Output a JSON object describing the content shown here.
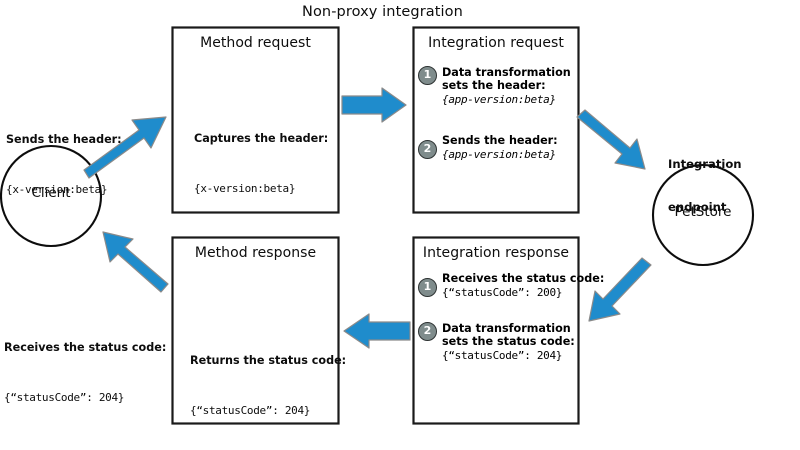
{
  "title": "Non-proxy integration",
  "colors": {
    "arrow_blue": "#1f8ccc",
    "arrow_outline": "#808080",
    "box_border": "#1a1a1a",
    "step_circle_fill": "#7f8c8c",
    "step_circle_border": "#2e3333",
    "text": "#0d0d0d",
    "background": "#ffffff"
  },
  "nodes": {
    "client": {
      "label": "Client",
      "shape": "circle"
    },
    "petstore": {
      "label": "PetStore",
      "shape": "circle",
      "caption_line1": "Integration",
      "caption_line2": "endpoint"
    }
  },
  "client_notes": {
    "request": {
      "line1": "Sends the header:",
      "line2": "{x-version:beta}"
    },
    "response": {
      "line1": "Receives the status code:",
      "line2": "{“statusCode”: 204}"
    }
  },
  "boxes": {
    "method_request": {
      "title": "Method request",
      "body_line1": "Captures the header:",
      "body_line2": "{x-version:beta}"
    },
    "integration_request": {
      "title": "Integration request",
      "steps": [
        {
          "number": "1",
          "lines": [
            "Data transformation",
            "sets the header:"
          ],
          "code": "{app-version:beta}"
        },
        {
          "number": "2",
          "lines": [
            "Sends the header:"
          ],
          "code": "{app-version:beta}"
        }
      ]
    },
    "integration_response": {
      "title": "Integration response",
      "steps": [
        {
          "number": "1",
          "lines": [
            "Receives the status code:"
          ],
          "code": "{“statusCode”: 200}"
        },
        {
          "number": "2",
          "lines": [
            "Data transformation",
            "sets the status code:"
          ],
          "code": "{“statusCode”: 204}"
        }
      ]
    },
    "method_response": {
      "title": "Method response",
      "body_line1": "Returns the status code:",
      "body_line2": "{“statusCode”: 204}"
    }
  },
  "arrows": [
    {
      "name": "client-to-method-request",
      "direction": "up-right"
    },
    {
      "name": "method-request-to-integration-request",
      "direction": "right"
    },
    {
      "name": "integration-request-to-petstore",
      "direction": "down-right"
    },
    {
      "name": "petstore-to-integration-response",
      "direction": "down-left"
    },
    {
      "name": "integration-response-to-method-response",
      "direction": "left"
    },
    {
      "name": "method-response-to-client",
      "direction": "up-left"
    }
  ]
}
